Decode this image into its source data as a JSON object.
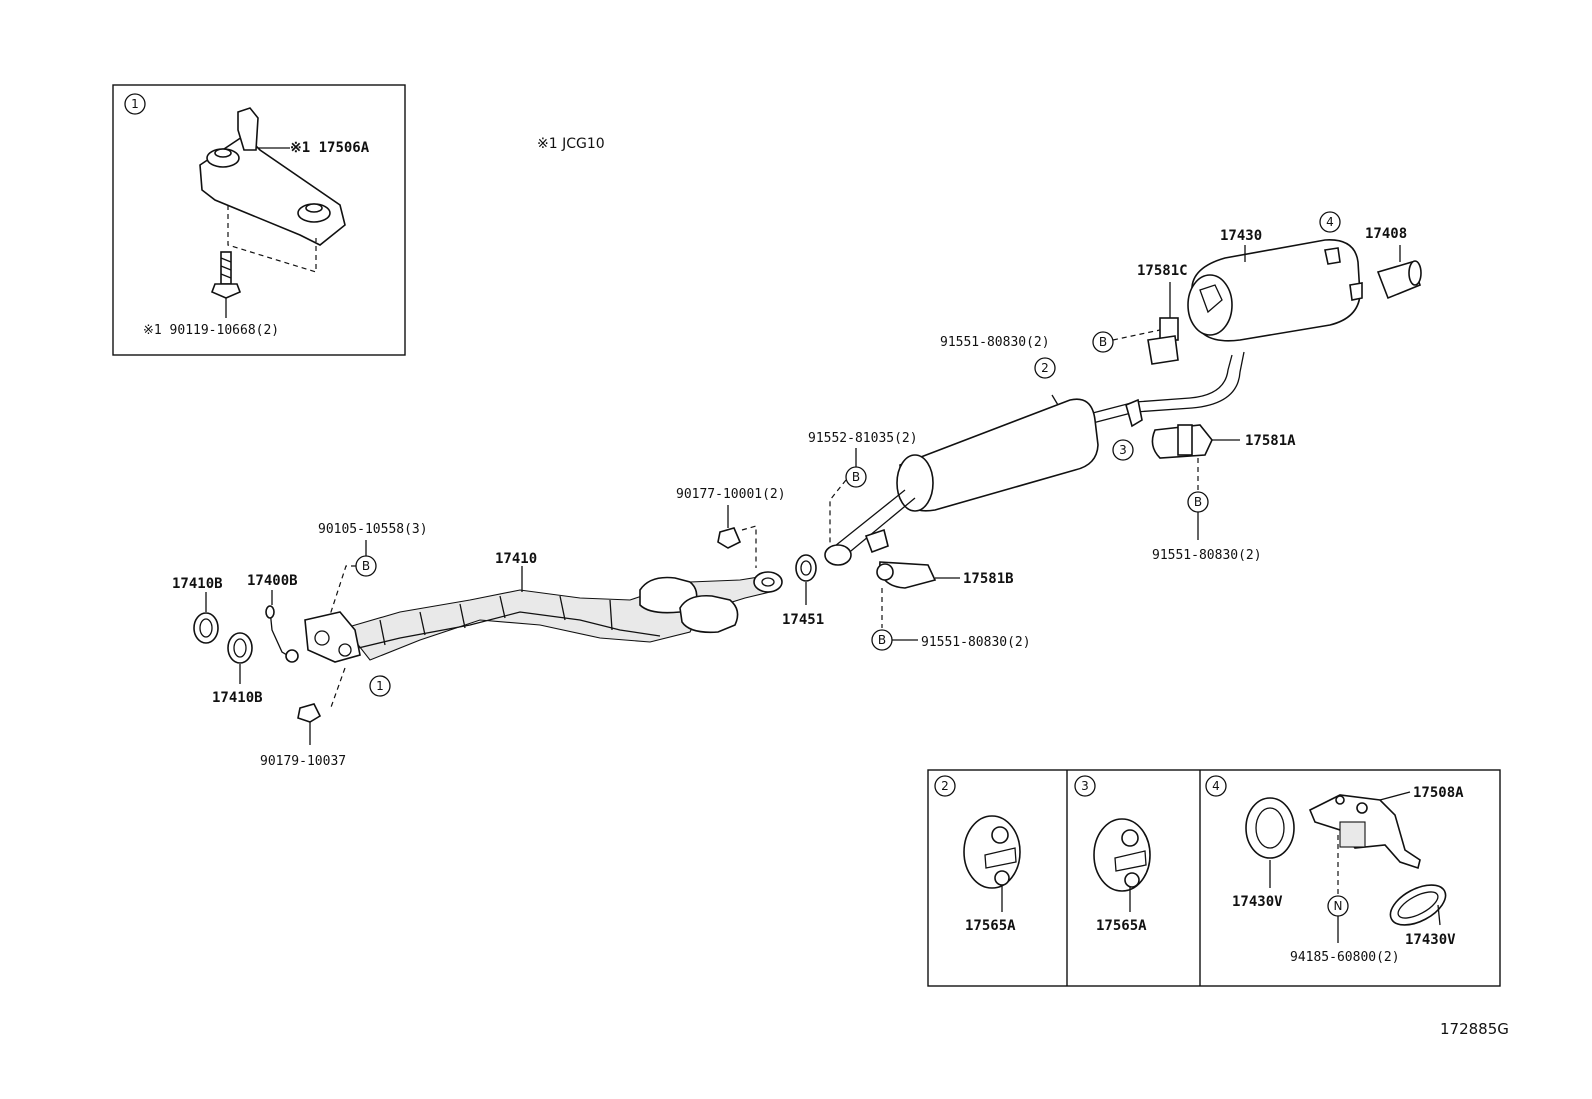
{
  "inset1": {
    "tag": "1",
    "label_main": "※1 17506A",
    "label_bolt": "※1 90119-10668(2)"
  },
  "note": "※1 JCG10",
  "parts": {
    "p17430": "17430",
    "p17408": "17408",
    "p17581C": "17581C",
    "p17581A": "17581A",
    "p17581B": "17581B",
    "p17410": "17410",
    "p17451": "17451",
    "p17410B_a": "17410B",
    "p17410B_b": "17410B",
    "p17400B": "17400B",
    "b91551_1": "91551-80830(2)",
    "b91551_2": "91551-80830(2)",
    "b91551_3": "91551-80830(2)",
    "b91552": "91552-81035(2)",
    "b90177": "90177-10001(2)",
    "b90105": "90105-10558(3)",
    "b90179": "90179-10037"
  },
  "callouts": {
    "c1": "1",
    "c2": "2",
    "c3": "3",
    "c4": "4",
    "b": "B",
    "n": "N"
  },
  "detail": {
    "d2_tag": "2",
    "d2_label": "17565A",
    "d3_tag": "3",
    "d3_label": "17565A",
    "d4_tag": "4",
    "d4_label_a": "17508A",
    "d4_label_b": "17430V",
    "d4_label_c": "17430V",
    "d4_label_d": "94185-60800(2)"
  },
  "figure_code": "172885G"
}
